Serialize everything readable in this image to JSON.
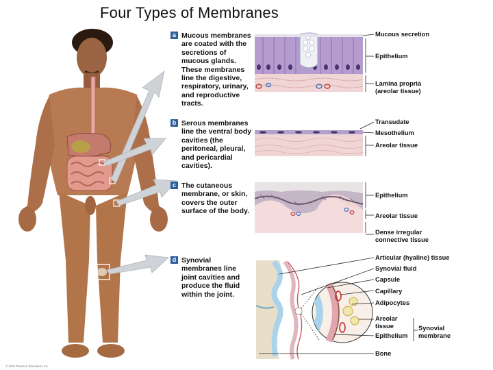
{
  "title": "Four Types of Membranes",
  "panels": [
    {
      "letter": "a",
      "text": "Mucous membranes are coated with the secretions of mucous glands. These membranes line the digestive, respiratory, urinary, and reproductive tracts."
    },
    {
      "letter": "b",
      "text": "Serous membranes line the ventral body cavities (the peritoneal, pleural, and pericardial cavities)."
    },
    {
      "letter": "c",
      "text": "The cutaneous membrane, or skin, covers the outer surface of the body."
    },
    {
      "letter": "d",
      "text": "Synovial membranes line joint cavities and produce the fluid within the joint."
    }
  ],
  "labels": {
    "mucous_secretion": "Mucous secretion",
    "epithelium_a": "Epithelium",
    "lamina_propria": "Lamina propria (areolar tissue)",
    "transudate": "Transudate",
    "mesothelium": "Mesothelium",
    "areolar_b": "Areolar tissue",
    "epithelium_c": "Epithelium",
    "areolar_c": "Areolar tissue",
    "dense_irregular": "Dense irregular connective tissue",
    "articular": "Articular (hyaline) tissue",
    "synovial_fluid": "Synovial fluid",
    "capsule": "Capsule",
    "capillary": "Capillary",
    "adipocytes": "Adipocytes",
    "areolar_d": "Areolar tissue",
    "epithelium_d": "Epithelium",
    "synovial_membrane": "Synovial membrane",
    "bone": "Bone"
  },
  "credit": "© 2011 Pearson Education, Inc.",
  "colors": {
    "badge": "#2f5e9e",
    "skin": "#b87a52",
    "arrow": "#cfd3d8",
    "epithelium": "#b59ccf",
    "connective": "#f1d4d4",
    "cartilage": "#a9d3ea",
    "bone": "#e9dfc9"
  }
}
